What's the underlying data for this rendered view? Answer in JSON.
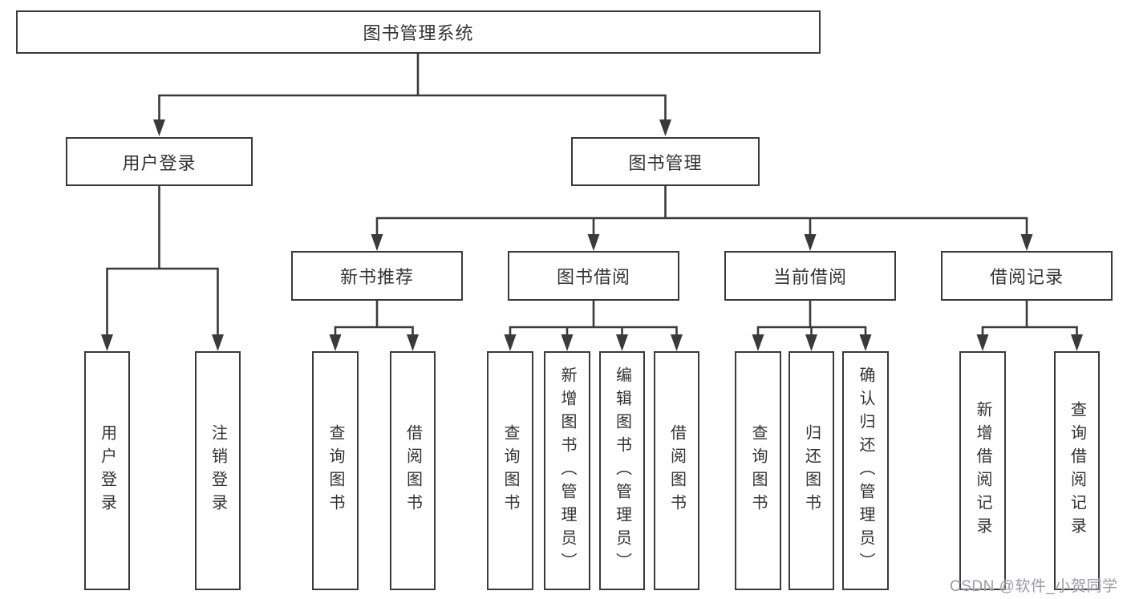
{
  "title": "图书管理系统",
  "watermark": "CSDN @软件_小贺同学",
  "colors": {
    "line": "#3a3a3a",
    "text": "#333333",
    "watermark": "#9b9ba0",
    "background": "#ffffff"
  },
  "boxes": {
    "root": "图书管理系统",
    "user_login": "用户登录",
    "book_management": "图书管理",
    "new_book_recommend": "新书推荐",
    "book_borrow": "图书借阅",
    "current_borrow": "当前借阅",
    "borrow_records": "借阅记录",
    "leaf_user_login": "用户登录",
    "leaf_logout": "注销登录",
    "leaf_query_books_recommend": "查询图书",
    "leaf_borrow_books_recommend": "借阅图书",
    "leaf_query_books_borrow": "查询图书",
    "leaf_add_books": "新增图书（管理员）",
    "leaf_edit_books": "编辑图书（管理员）",
    "leaf_borrow_books_borrow": "借阅图书",
    "leaf_query_books_current": "查询图书",
    "leaf_return_books": "归还图书",
    "leaf_confirm_return": "确认归还（管理员）",
    "leaf_add_borrow_record": "新增借阅记录",
    "leaf_query_borrow_record": "查询借阅记录"
  },
  "hierarchy": {
    "图书管理系统": {
      "用户登录": [
        "用户登录",
        "注销登录"
      ],
      "图书管理": {
        "新书推荐": [
          "查询图书",
          "借阅图书"
        ],
        "图书借阅": [
          "查询图书",
          "新增图书（管理员）",
          "编辑图书（管理员）",
          "借阅图书"
        ],
        "当前借阅": [
          "查询图书",
          "归还图书",
          "确认归还（管理员）"
        ],
        "借阅记录": [
          "新增借阅记录",
          "查询借阅记录"
        ]
      }
    }
  }
}
